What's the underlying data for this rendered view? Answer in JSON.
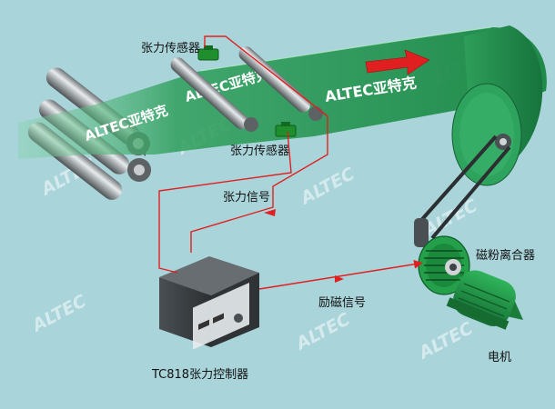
{
  "labels": {
    "tension_sensor_top": "张力传感器",
    "tension_sensor_bottom": "张力传感器",
    "tension_signal": "张力信号",
    "excitation_signal": "励磁信号",
    "magnetic_clutch": "磁粉离合器",
    "motor": "电机",
    "controller": "TC818张力控制器"
  },
  "web_text": {
    "part1": "ALTEC亚特克",
    "part2": "ALTEC亚特克",
    "part3": "ALTEC亚特克"
  },
  "watermark": "ALTEC",
  "colors": {
    "background": "#a9d4da",
    "web_green": "#2e9e5a",
    "signal_red": "#e02020",
    "sensor_green": "#1f8f2d",
    "clutch_green": "#24a04a"
  }
}
